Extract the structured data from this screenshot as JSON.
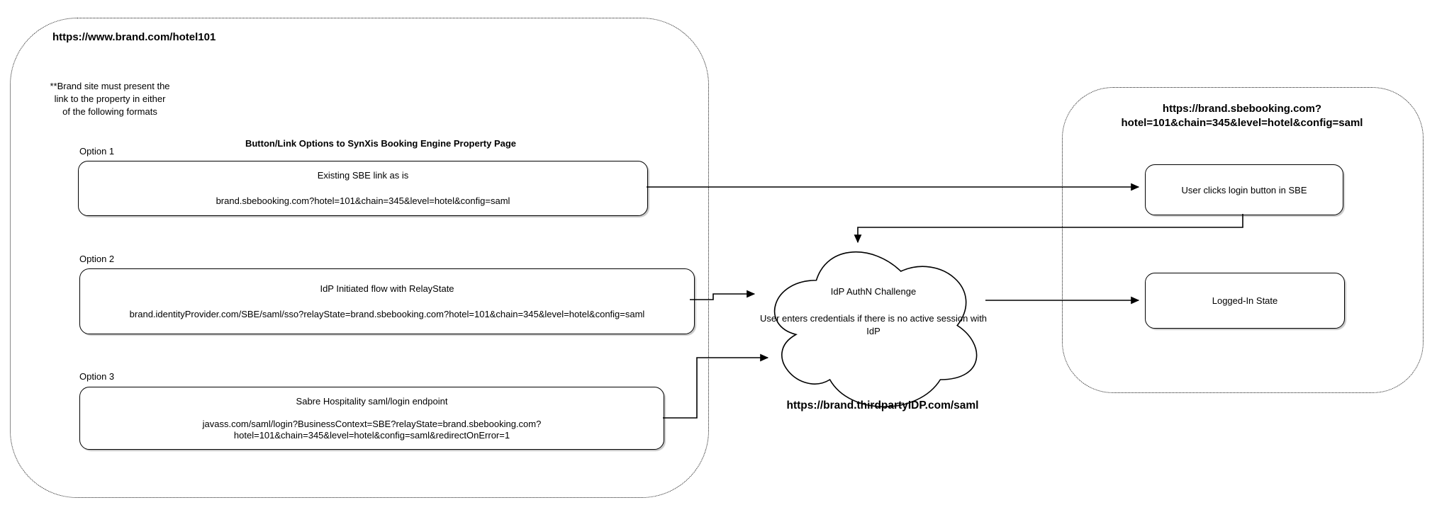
{
  "left_panel": {
    "title": "https://www.brand.com/hotel101",
    "note": "**Brand site must present the\nlink to the property in either\nof the following formats",
    "heading": "Button/Link Options to SynXis Booking Engine Property Page",
    "options": [
      {
        "label": "Option 1",
        "title": "Existing SBE link as is",
        "url": "brand.sbebooking.com?hotel=101&chain=345&level=hotel&config=saml"
      },
      {
        "label": "Option 2",
        "title": "IdP Initiated flow with RelayState",
        "url": "brand.identityProvider.com/SBE/saml/sso?relayState=brand.sbebooking.com?hotel=101&chain=345&level=hotel&config=saml"
      },
      {
        "label": "Option 3",
        "title": "Sabre Hospitality saml/login endpoint",
        "url": "javass.com/saml/login?BusinessContext=SBE?relayState=brand.sbebooking.com?\nhotel=101&chain=345&level=hotel&config=saml&redirectOnError=1"
      }
    ]
  },
  "idp": {
    "cloud_title": "IdP AuthN Challenge",
    "cloud_subtitle": "User enters credentials if there is no active session with\nIdP",
    "url": "https://brand.thirdpartyIDP.com/saml"
  },
  "right_panel": {
    "header": "https://brand.sbebooking.com?\nhotel=101&chain=345&level=hotel&config=saml",
    "login_box": "User clicks login button in SBE",
    "logged_in_box": "Logged-In State"
  },
  "colors": {
    "line": "#000000",
    "background": "#ffffff"
  }
}
